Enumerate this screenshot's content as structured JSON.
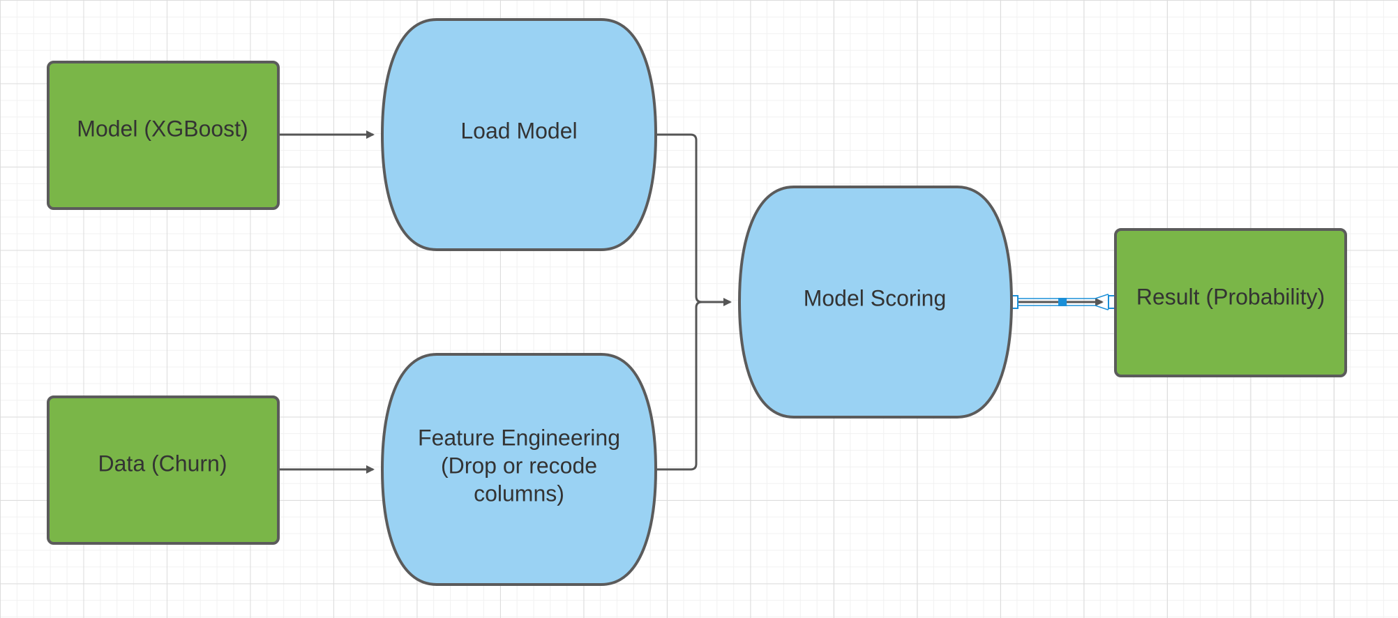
{
  "diagram": {
    "nodes": {
      "model_xgboost": {
        "label": "Model (XGBoost)",
        "color": "#7ab648"
      },
      "data_churn": {
        "label": "Data (Churn)",
        "color": "#7ab648"
      },
      "load_model": {
        "label": "Load Model",
        "color": "#9ad2f3"
      },
      "feature_engineering": {
        "line1": "Feature Engineering",
        "line2": "(Drop or recode",
        "line3": "columns)",
        "color": "#9ad2f3"
      },
      "model_scoring": {
        "label": "Model Scoring",
        "color": "#9ad2f3"
      },
      "result_probability": {
        "label": "Result (Probability)",
        "color": "#7ab648"
      }
    },
    "edges": [
      {
        "from": "Model (XGBoost)",
        "to": "Load Model"
      },
      {
        "from": "Data (Churn)",
        "to": "Feature Engineering"
      },
      {
        "from": "Load Model",
        "to": "Model Scoring"
      },
      {
        "from": "Feature Engineering",
        "to": "Model Scoring"
      },
      {
        "from": "Model Scoring",
        "to": "Result (Probability)",
        "selected": true
      }
    ],
    "selection_color": "#1a8fd8"
  }
}
